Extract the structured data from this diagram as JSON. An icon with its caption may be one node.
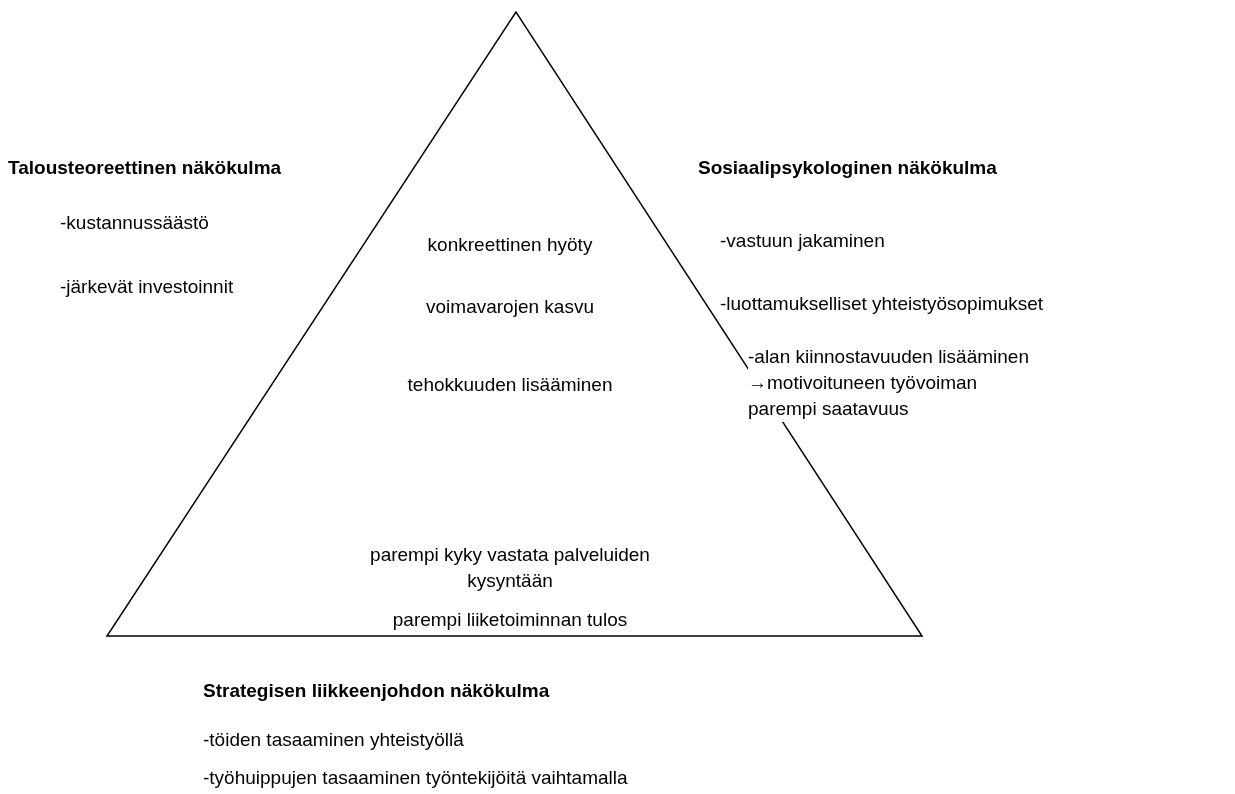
{
  "diagram": {
    "nodes": [
      {
        "text": [
          "konkreettinen hyöty",
          "voimavarojen kasvu",
          "tehokkuuden lisääminen",
          "parempi kyky vastata palveluiden kysyntään",
          "parempi liiketoiminnan tulos"
        ]
      }
    ],
    "edges": [],
    "labels": [
      "Talousteoreettinen näkökulma",
      "-kustannussäästö",
      "-järkevät investoinnit",
      "Sosiaalipsykologinen näkökulma",
      "-vastuun jakaminen",
      "-luottamukselliset yhteistyösopimukset",
      "-alan kiinnostavuuden lisääminen",
      "→motivoituneen työvoiman parempi saatavuus",
      "Strategisen liikkeenjohdon näkökulma",
      "-töiden tasaaminen yhteistyöllä",
      "-työhuippujen tasaaminen työntekijöitä vaihtamalla"
    ]
  }
}
